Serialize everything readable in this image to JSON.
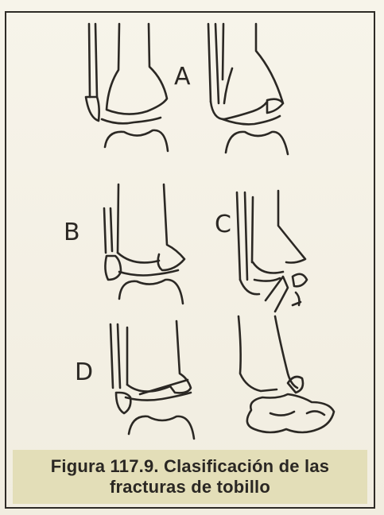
{
  "figure": {
    "labels": [
      "A",
      "B",
      "C",
      "D"
    ],
    "caption_line1": "Figura 117.9. Clasificación de las",
    "caption_line2": "fracturas de tobillo"
  }
}
